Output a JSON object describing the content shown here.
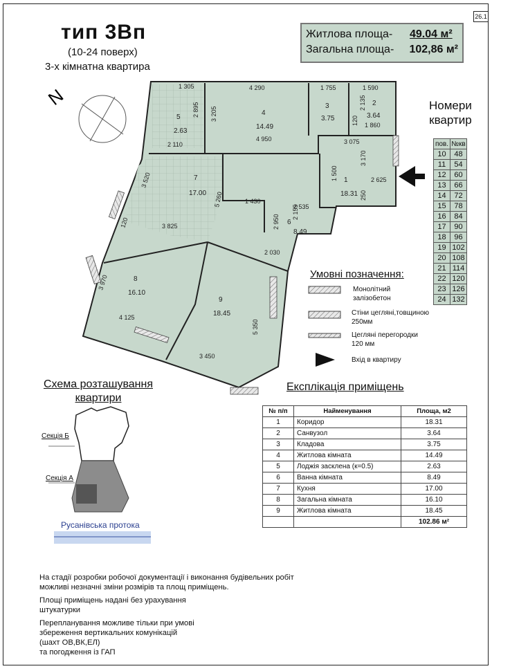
{
  "sheet_number": "26.1",
  "header": {
    "title": "тип 3Вп",
    "floors": "(10-24 поверх)",
    "apartment_type": "3-х кімнатна квартира"
  },
  "areas": {
    "living_label": "Житлова площа-",
    "living_value": "49.04 м²",
    "total_label": "Загальна площа-",
    "total_value": "102,86 м²"
  },
  "compass": {
    "north_label": "N"
  },
  "apartment_numbers": {
    "title_line1": "Номери",
    "title_line2": "квартир",
    "col_floor": "пов.",
    "col_num": "№кв",
    "rows": [
      [
        "10",
        "48"
      ],
      [
        "11",
        "54"
      ],
      [
        "12",
        "60"
      ],
      [
        "13",
        "66"
      ],
      [
        "14",
        "72"
      ],
      [
        "15",
        "78"
      ],
      [
        "16",
        "84"
      ],
      [
        "17",
        "90"
      ],
      [
        "18",
        "96"
      ],
      [
        "19",
        "102"
      ],
      [
        "20",
        "108"
      ],
      [
        "21",
        "114"
      ],
      [
        "22",
        "120"
      ],
      [
        "23",
        "126"
      ],
      [
        "24",
        "132"
      ]
    ]
  },
  "plan": {
    "rooms": [
      {
        "n": "1",
        "a": "18.31"
      },
      {
        "n": "2",
        "a": "3.64"
      },
      {
        "n": "3",
        "a": "3.75"
      },
      {
        "n": "4",
        "a": "14.49"
      },
      {
        "n": "5",
        "a": "2.63"
      },
      {
        "n": "6",
        "a": "8.49"
      },
      {
        "n": "7",
        "a": "17.00"
      },
      {
        "n": "8",
        "a": "16.10"
      },
      {
        "n": "9",
        "a": "18.45"
      }
    ],
    "dims": [
      "1 305",
      "4 290",
      "1 755",
      "1 590",
      "2 110",
      "4 950",
      "3 205",
      "2 895",
      "2 135",
      "1 860",
      "120",
      "3 075",
      "3 170",
      "1 500",
      "2 625",
      "250",
      "3 520",
      "1 430",
      "2 535",
      "2 155",
      "2 950",
      "2 030",
      "5 260",
      "3 825",
      "120",
      "3 970",
      "4 125",
      "5 350",
      "3 450"
    ]
  },
  "legend": {
    "title": "Умовні позначення:",
    "monolith": "Монолітний залізобетон",
    "brick_line1": "Стіни цегляні,товщиною",
    "brick_line2": "250мм",
    "part_line1": "Цегляні перегородки",
    "part_line2": "120 мм",
    "entrance": "Вхід в квартиру"
  },
  "scheme": {
    "title_line1": "Схема розташування",
    "title_line2": "квартири",
    "section_b": "Секція Б",
    "section_a": "Секція А",
    "river": "Русанівська протока"
  },
  "explication": {
    "title": "Експлікація приміщень",
    "headers": [
      "№ п/п",
      "Найменування",
      "Площа, м2"
    ],
    "rows": [
      [
        "1",
        "Коридор",
        "18.31"
      ],
      [
        "2",
        "Санвузол",
        "3.64"
      ],
      [
        "3",
        "Кладова",
        "3.75"
      ],
      [
        "4",
        "Житлова кімната",
        "14.49"
      ],
      [
        "5",
        "Лоджія засклена (к=0.5)",
        "2.63"
      ],
      [
        "6",
        "Ванна кімната",
        "8.49"
      ],
      [
        "7",
        "Кухня",
        "17.00"
      ],
      [
        "8",
        "Загальна кімната",
        "16.10"
      ],
      [
        "9",
        "Житлова кімната",
        "18.45"
      ]
    ],
    "total": "102.86 м²"
  },
  "notes": {
    "p1_line1": "На стадії розробки робочої документації і виконання будівельних робіт",
    "p1_line2": "можливі незначні зміни  розмірів та площ приміщень.",
    "p2_line1": "Площі приміщень надані без урахування",
    "p2_line2": "штукатурки",
    "p3_line1": "Перепланування можливе тільки при умові",
    "p3_line2": "збереження вертикальних комунікацій",
    "p3_line3": " (шахт ОВ,ВК,ЕЛ)",
    "p3_line4": "та погодження із ГАП"
  },
  "colors": {
    "plan_fill": "#c7d8cc",
    "wall": "#222222",
    "brick": "#555555",
    "river": "#2a3f8f"
  }
}
